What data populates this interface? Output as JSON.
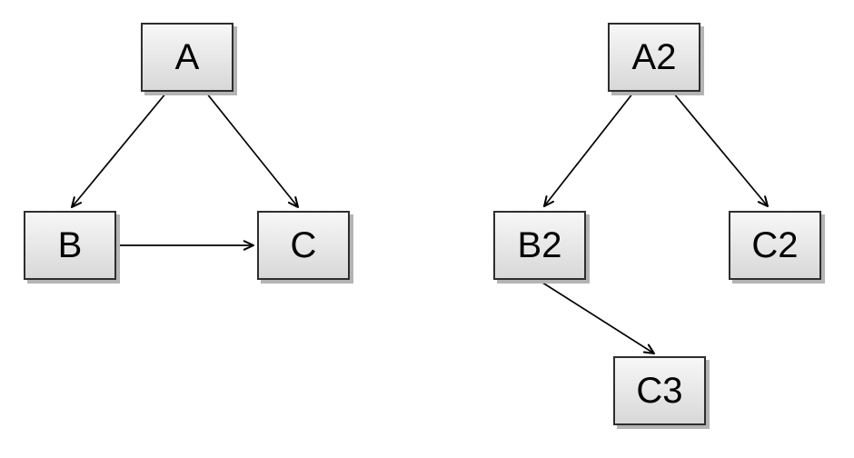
{
  "canvas": {
    "background_color": "#ffffff"
  },
  "style": {
    "node_fill_top": "#f7f7f7",
    "node_fill_bottom": "#d8d8d8",
    "node_border_color": "#2e2e2e",
    "node_shadow_color": "#b4b4b4",
    "edge_color": "#000000",
    "label_color": "#000000"
  },
  "nodes": {
    "A": {
      "label": "A"
    },
    "B": {
      "label": "B"
    },
    "C": {
      "label": "C"
    },
    "A2": {
      "label": "A2"
    },
    "B2": {
      "label": "B2"
    },
    "C2": {
      "label": "C2"
    },
    "C3": {
      "label": "C3"
    }
  },
  "edges": [
    {
      "from": "A",
      "to": "B"
    },
    {
      "from": "A",
      "to": "C"
    },
    {
      "from": "B",
      "to": "C"
    },
    {
      "from": "A2",
      "to": "B2"
    },
    {
      "from": "A2",
      "to": "C2"
    },
    {
      "from": "B2",
      "to": "C3"
    }
  ]
}
